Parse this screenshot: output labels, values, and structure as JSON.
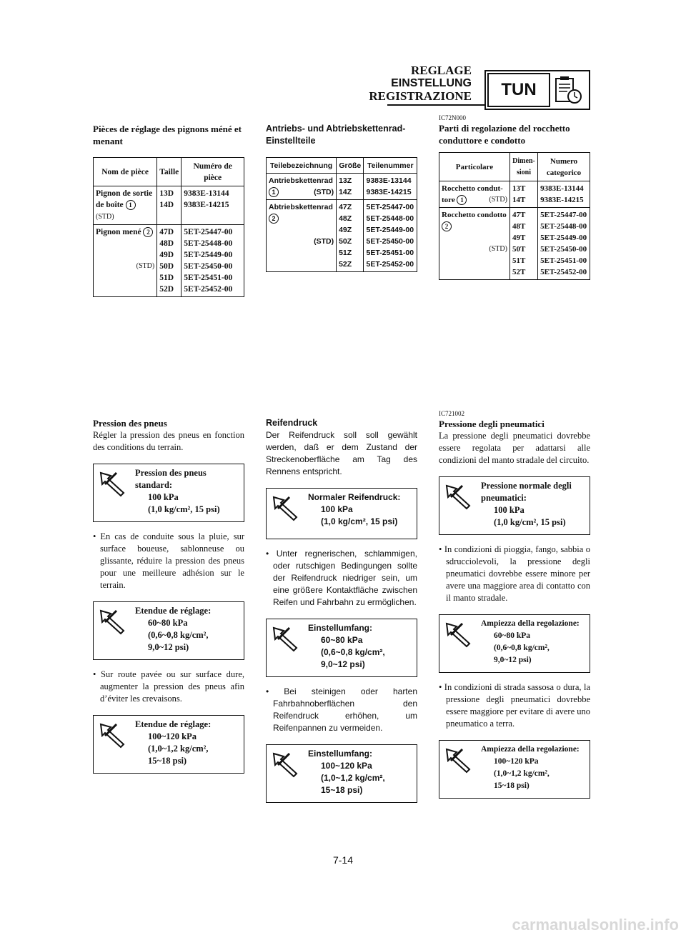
{
  "header": {
    "line1": "REGLAGE",
    "line2": "EINSTELLUNG",
    "line3": "REGISTRAZIONE",
    "badge": "TUN",
    "icon": "checklist-stopwatch-icon"
  },
  "page_number": "7-14",
  "footer_watermark": "carmanualsonline.info",
  "fr": {
    "sprocket_title": "Pièces de réglage des pignons méné et menant",
    "table": {
      "h1": "Nom de pièce",
      "h2": "Taille",
      "h3": "Numéro de pièce",
      "r1_name_a": "Pignon de sortie",
      "r1_name_b": "de boîte",
      "r1_num": "1",
      "r1_std": "(STD)",
      "r1_sizes": [
        "13D",
        "14D"
      ],
      "r1_parts": [
        "9383E-13144",
        "9383E-14215"
      ],
      "r2_name": "Pignon mené",
      "r2_num": "2",
      "r2_std": "(STD)",
      "r2_sizes": [
        "47D",
        "48D",
        "49D",
        "50D",
        "51D",
        "52D"
      ],
      "r2_parts": [
        "5ET-25447-00",
        "5ET-25448-00",
        "5ET-25449-00",
        "5ET-25450-00",
        "5ET-25451-00",
        "5ET-25452-00"
      ]
    },
    "tire_title": "Pression des pneus",
    "tire_intro": "Régler la pression des pneus en fonction des conditions du terrain.",
    "box1": {
      "l1": "Pression des pneus",
      "l2": "standard:",
      "l3": "100 kPa",
      "l4": "(1,0 kg/cm², 15 psi)"
    },
    "bullet1": "• En cas de conduite sous la pluie, sur surface boueuse, sablonneuse ou glissante, réduire la pression des pneus pour une meilleure adhésion sur le terrain.",
    "box2": {
      "l1": "Etendue de réglage:",
      "l2": "60~80 kPa",
      "l3": "(0,6~0,8 kg/cm²,",
      "l4": "9,0~12 psi)"
    },
    "bullet2": "• Sur route pavée ou sur surface dure, augmenter la pression des pneus afin d’éviter les crevaisons.",
    "box3": {
      "l1": "Etendue de réglage:",
      "l2": "100~120 kPa",
      "l3": "(1,0~1,2 kg/cm²,",
      "l4": "15~18 psi)"
    }
  },
  "de": {
    "sprocket_title": "Antriebs- und Abtriebskettenrad-Einstellteile",
    "table": {
      "h1": "Teilebezeichnung",
      "h2": "Größe",
      "h3": "Teilenummer",
      "r1_name": "Antriebskettenrad",
      "r1_num": "1",
      "r1_std": "(STD)",
      "r1_sizes": [
        "13Z",
        "14Z"
      ],
      "r1_parts": [
        "9383E-13144",
        "9383E-14215"
      ],
      "r2_name": "Abtriebskettenrad",
      "r2_num": "2",
      "r2_std": "(STD)",
      "r2_sizes": [
        "47Z",
        "48Z",
        "49Z",
        "50Z",
        "51Z",
        "52Z"
      ],
      "r2_parts": [
        "5ET-25447-00",
        "5ET-25448-00",
        "5ET-25449-00",
        "5ET-25450-00",
        "5ET-25451-00",
        "5ET-25452-00"
      ]
    },
    "tire_title": "Reifendruck",
    "tire_intro": "Der Reifendruck soll soll gewählt werden, daß er dem Zustand der Streckenoberfläche am Tag des Rennens entspricht.",
    "box1": {
      "l1": "Normaler Reifendruck:",
      "l2": "100 kPa",
      "l3": "(1,0 kg/cm², 15 psi)"
    },
    "bullet1": "• Unter regnerischen, schlammigen, oder rutschigen Bedingungen sollte der Reifendruck niedriger sein, um eine größere Kontaktfläche zwischen Reifen und Fahrbahn zu ermöglichen.",
    "box2": {
      "l1": "Einstellumfang:",
      "l2": "60~80 kPa",
      "l3": "(0,6~0,8 kg/cm²,",
      "l4": "9,0~12 psi)"
    },
    "bullet2": "• Bei steinigen oder harten Fahrbahnoberflächen den Reifendruck erhöhen, um Reifenpannen zu vermeiden.",
    "box3": {
      "l1": "Einstellumfang:",
      "l2": "100~120 kPa",
      "l3": "(1,0~1,2 kg/cm²,",
      "l4": "15~18 psi)"
    }
  },
  "it": {
    "code1": "IC72N000",
    "sprocket_title": "Parti di regolazione del rocchetto conduttore e condotto",
    "table": {
      "h1": "Particolare",
      "h2a": "Dimen-",
      "h2b": "sioni",
      "h3a": "Numero",
      "h3b": "categorico",
      "r1_name_a": "Rocchetto condut-",
      "r1_name_b": "tore",
      "r1_num": "1",
      "r1_std": "(STD)",
      "r1_sizes": [
        "13T",
        "14T"
      ],
      "r1_parts": [
        "9383E-13144",
        "9383E-14215"
      ],
      "r2_name": "Rocchetto condotto",
      "r2_num": "2",
      "r2_std": "(STD)",
      "r2_sizes": [
        "47T",
        "48T",
        "49T",
        "50T",
        "51T",
        "52T"
      ],
      "r2_parts": [
        "5ET-25447-00",
        "5ET-25448-00",
        "5ET-25449-00",
        "5ET-25450-00",
        "5ET-25451-00",
        "5ET-25452-00"
      ]
    },
    "code2": "IC721002",
    "tire_title": "Pressione degli pneumatici",
    "tire_intro": "La pressione degli pneumatici dovrebbe essere regolata per adattarsi alle condizioni del manto stradale del circuito.",
    "box1": {
      "l1": "Pressione normale degli",
      "l2": "pneumatici:",
      "l3": "100 kPa",
      "l4": "(1,0 kg/cm², 15 psi)"
    },
    "bullet1": "• In condizioni di pioggia, fango, sabbia o sdrucciolevoli, la pressione degli pneumatici dovrebbe essere minore per avere una maggiore area di contatto con il manto stradale.",
    "box2": {
      "l1": "Ampiezza della regolazione:",
      "l2": "60~80 kPa",
      "l3": "(0,6~0,8 kg/cm²,",
      "l4": "9,0~12 psi)"
    },
    "bullet2": "• In condizioni di strada sassosa o dura, la pressione degli pneumatici dovrebbe essere maggiore per evitare di avere uno pneumatico a terra.",
    "box3": {
      "l1": "Ampiezza della regolazione:",
      "l2": "100~120 kPa",
      "l3": "(1,0~1,2 kg/cm²,",
      "l4": "15~18 psi)"
    }
  }
}
